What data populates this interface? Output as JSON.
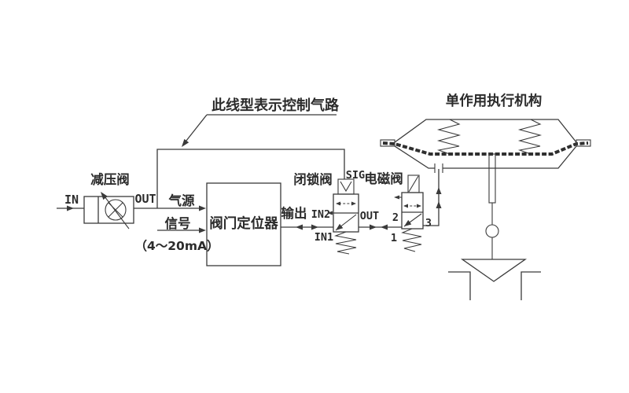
{
  "colors": {
    "line": "#3a3a3a",
    "background": "#ffffff",
    "text": "#2b2b2b"
  },
  "annotation": {
    "control_line_note": "此线型表示控制气路"
  },
  "actuator": {
    "label": "单作用执行机构"
  },
  "reducing_valve": {
    "label": "减压阀",
    "in_port": "IN",
    "out_port": "OUT"
  },
  "supply": {
    "air_label": "气源",
    "signal_label": "信号",
    "signal_range": "（4～20mA）"
  },
  "positioner": {
    "label": "阀门定位器",
    "output_label": "输出"
  },
  "lockup_valve": {
    "label": "闭锁阀",
    "sig_port": "SIG",
    "in2_port": "IN2",
    "in1_port": "IN1",
    "out_port": "OUT"
  },
  "solenoid_valve": {
    "label": "电磁阀",
    "port1": "1",
    "port2": "2",
    "port3": "3"
  }
}
